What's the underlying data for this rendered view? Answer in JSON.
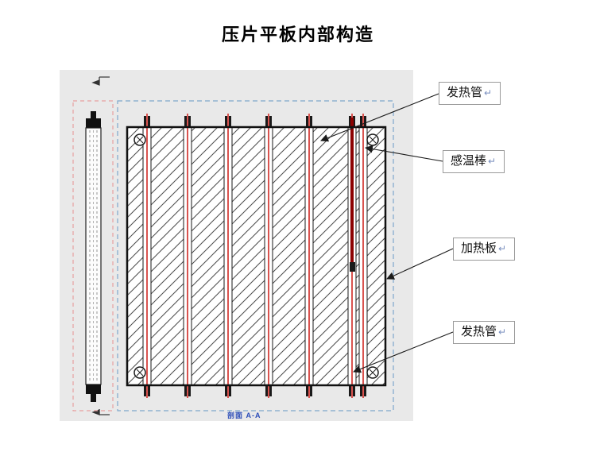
{
  "title": "压片平板内部构造",
  "labels": [
    {
      "text": "发热管",
      "mark": "↵"
    },
    {
      "text": "感温棒",
      "mark": "↵"
    },
    {
      "text": "加热板",
      "mark": "↵"
    },
    {
      "text": "发热管",
      "mark": "↵"
    }
  ],
  "caption": "剖面 A-A",
  "colors": {
    "drawing_background": "#e9e9e9",
    "view_box_blue": "#7ea7cc",
    "view_box_pink": "#e8a0a0",
    "heater_tube_red": "#d9534f",
    "sensor_dark_red": "#8b0000",
    "line_black": "#1a1a1a",
    "caption_blue": "#2b4db8"
  }
}
